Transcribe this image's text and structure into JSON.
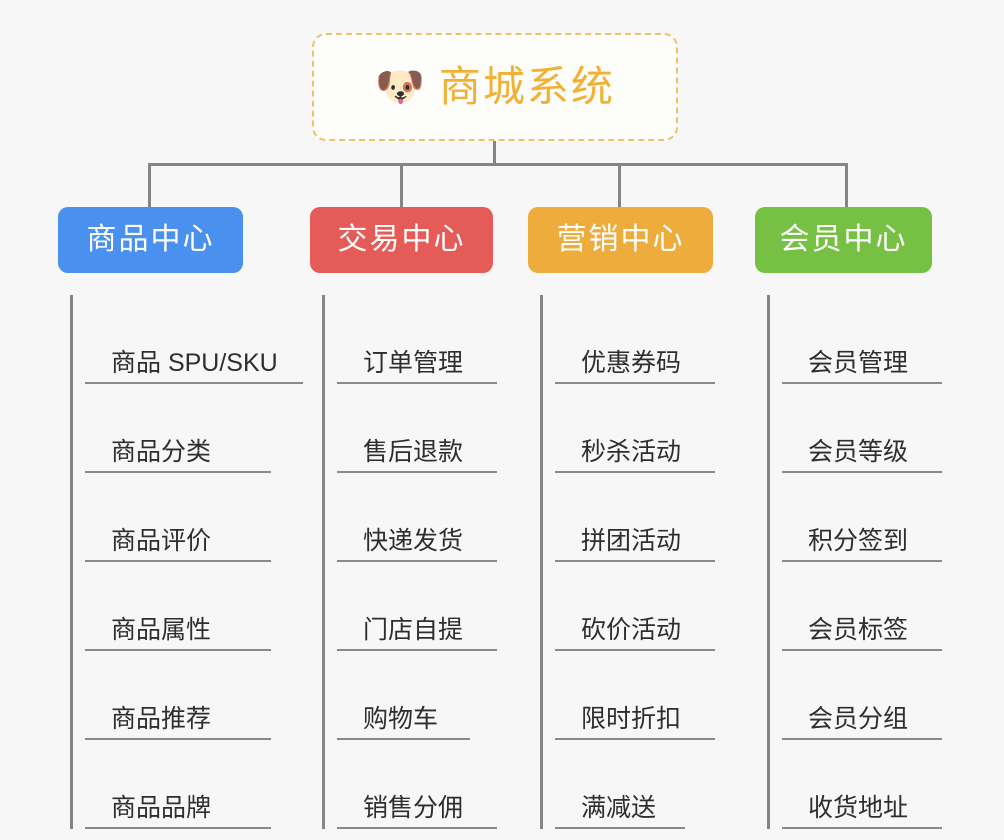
{
  "root": {
    "icon": "dog-face-emoji",
    "icon_glyph": "🐶",
    "title": "商城系统",
    "accent_color": "#f2b134",
    "border_color": "#f0c068"
  },
  "connector_color": "#858585",
  "background_color": "#f7f7f7",
  "branches": [
    {
      "label": "商品中心",
      "color": "#4990ef",
      "items": [
        "商品 SPU/SKU",
        "商品分类",
        "商品评价",
        "商品属性",
        "商品推荐",
        "商品品牌"
      ]
    },
    {
      "label": "交易中心",
      "color": "#e45b58",
      "items": [
        "订单管理",
        "售后退款",
        "快递发货",
        "门店自提",
        "购物车",
        "销售分佣"
      ]
    },
    {
      "label": "营销中心",
      "color": "#eeac3c",
      "items": [
        "优惠券码",
        "秒杀活动",
        "拼团活动",
        "砍价活动",
        "限时折扣",
        "满减送"
      ]
    },
    {
      "label": "会员中心",
      "color": "#76c043",
      "items": [
        "会员管理",
        "会员等级",
        "积分签到",
        "会员标签",
        "会员分组",
        "收货地址"
      ]
    }
  ]
}
